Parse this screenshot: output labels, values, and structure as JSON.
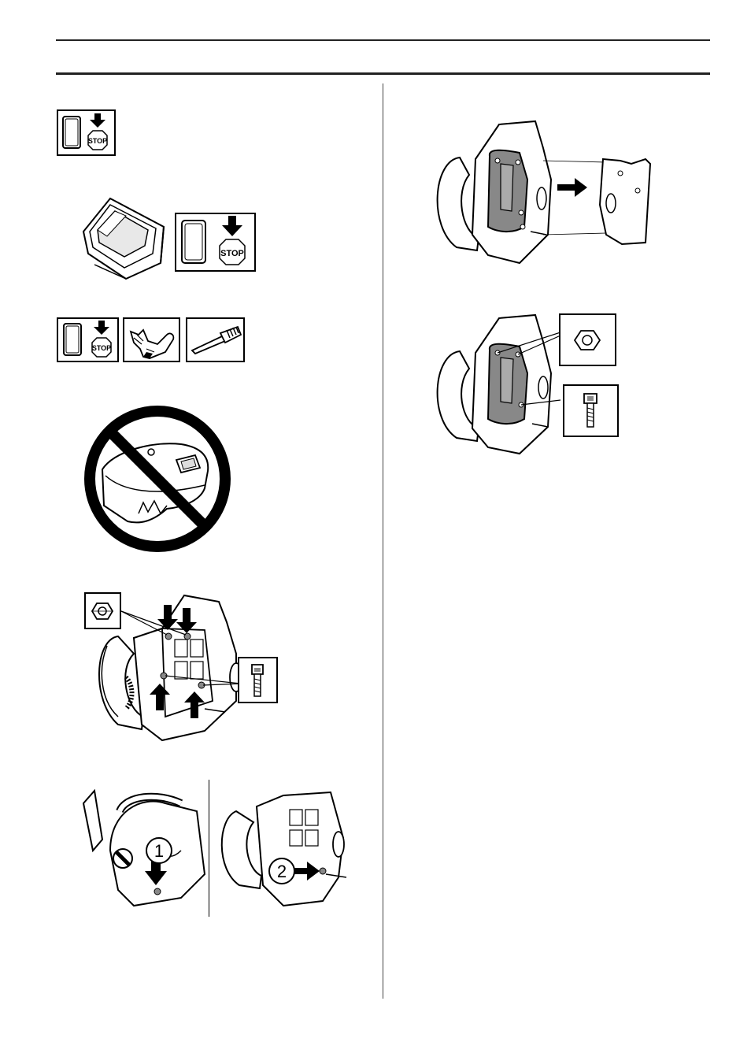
{
  "page": {
    "background": "#ffffff",
    "line_color": "#222222"
  },
  "icons": {
    "stop_label": "STOP",
    "switch_stop_icon": "switch-stop-icon",
    "glove_icon": "glove-icon",
    "brush_icon": "brush-icon",
    "nut_icon": "nut-icon",
    "bolt_icon": "bolt-icon"
  },
  "steps": {
    "step1_label": "1",
    "step2_label": "2"
  }
}
